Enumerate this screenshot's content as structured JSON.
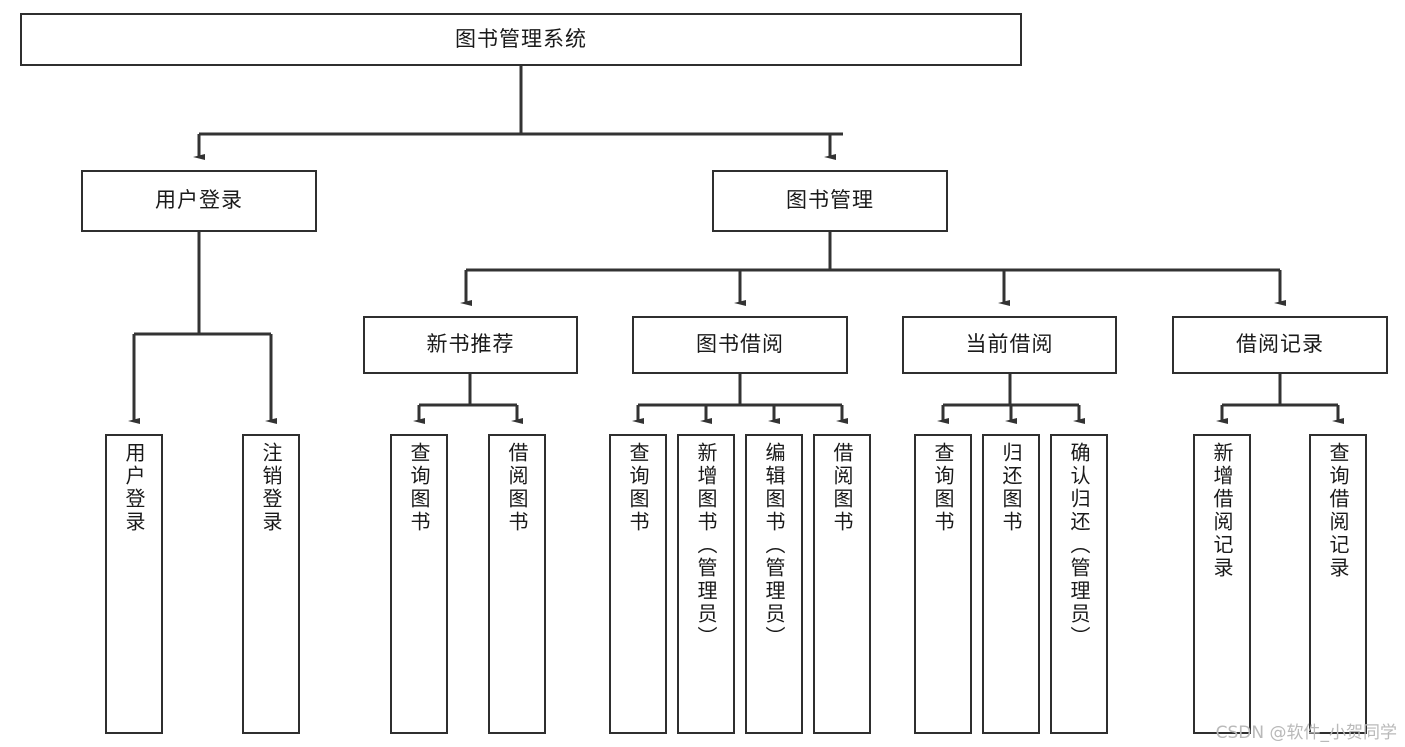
{
  "diagram": {
    "title": "图书管理系统",
    "type": "tree",
    "watermark": "CSDN @软件_小贺同学",
    "colors": {
      "box_border": "#2f2f2f",
      "box_fill": "#ffffff",
      "line": "#333333",
      "text": "#1a1a1a",
      "watermark": "#b9b9b9"
    },
    "root": {
      "label": "图书管理系统"
    },
    "level2": [
      {
        "label": "用户登录"
      },
      {
        "label": "图书管理"
      }
    ],
    "level3": [
      {
        "label": "新书推荐"
      },
      {
        "label": "图书借阅"
      },
      {
        "label": "当前借阅"
      },
      {
        "label": "借阅记录"
      }
    ],
    "leaves": {
      "user_login": [
        {
          "label": "用户登录"
        },
        {
          "label": "注销登录"
        }
      ],
      "new_book": [
        {
          "label": "查询图书"
        },
        {
          "label": "借阅图书"
        }
      ],
      "book_borrow": [
        {
          "label": "查询图书"
        },
        {
          "label": "新增图书（管理员）"
        },
        {
          "label": "编辑图书（管理员）"
        },
        {
          "label": "借阅图书"
        }
      ],
      "current_borrow": [
        {
          "label": "查询图书"
        },
        {
          "label": "归还图书"
        },
        {
          "label": "确认归还（管理员）"
        }
      ],
      "borrow_record": [
        {
          "label": "新增借阅记录"
        },
        {
          "label": "查询借阅记录"
        }
      ]
    }
  }
}
